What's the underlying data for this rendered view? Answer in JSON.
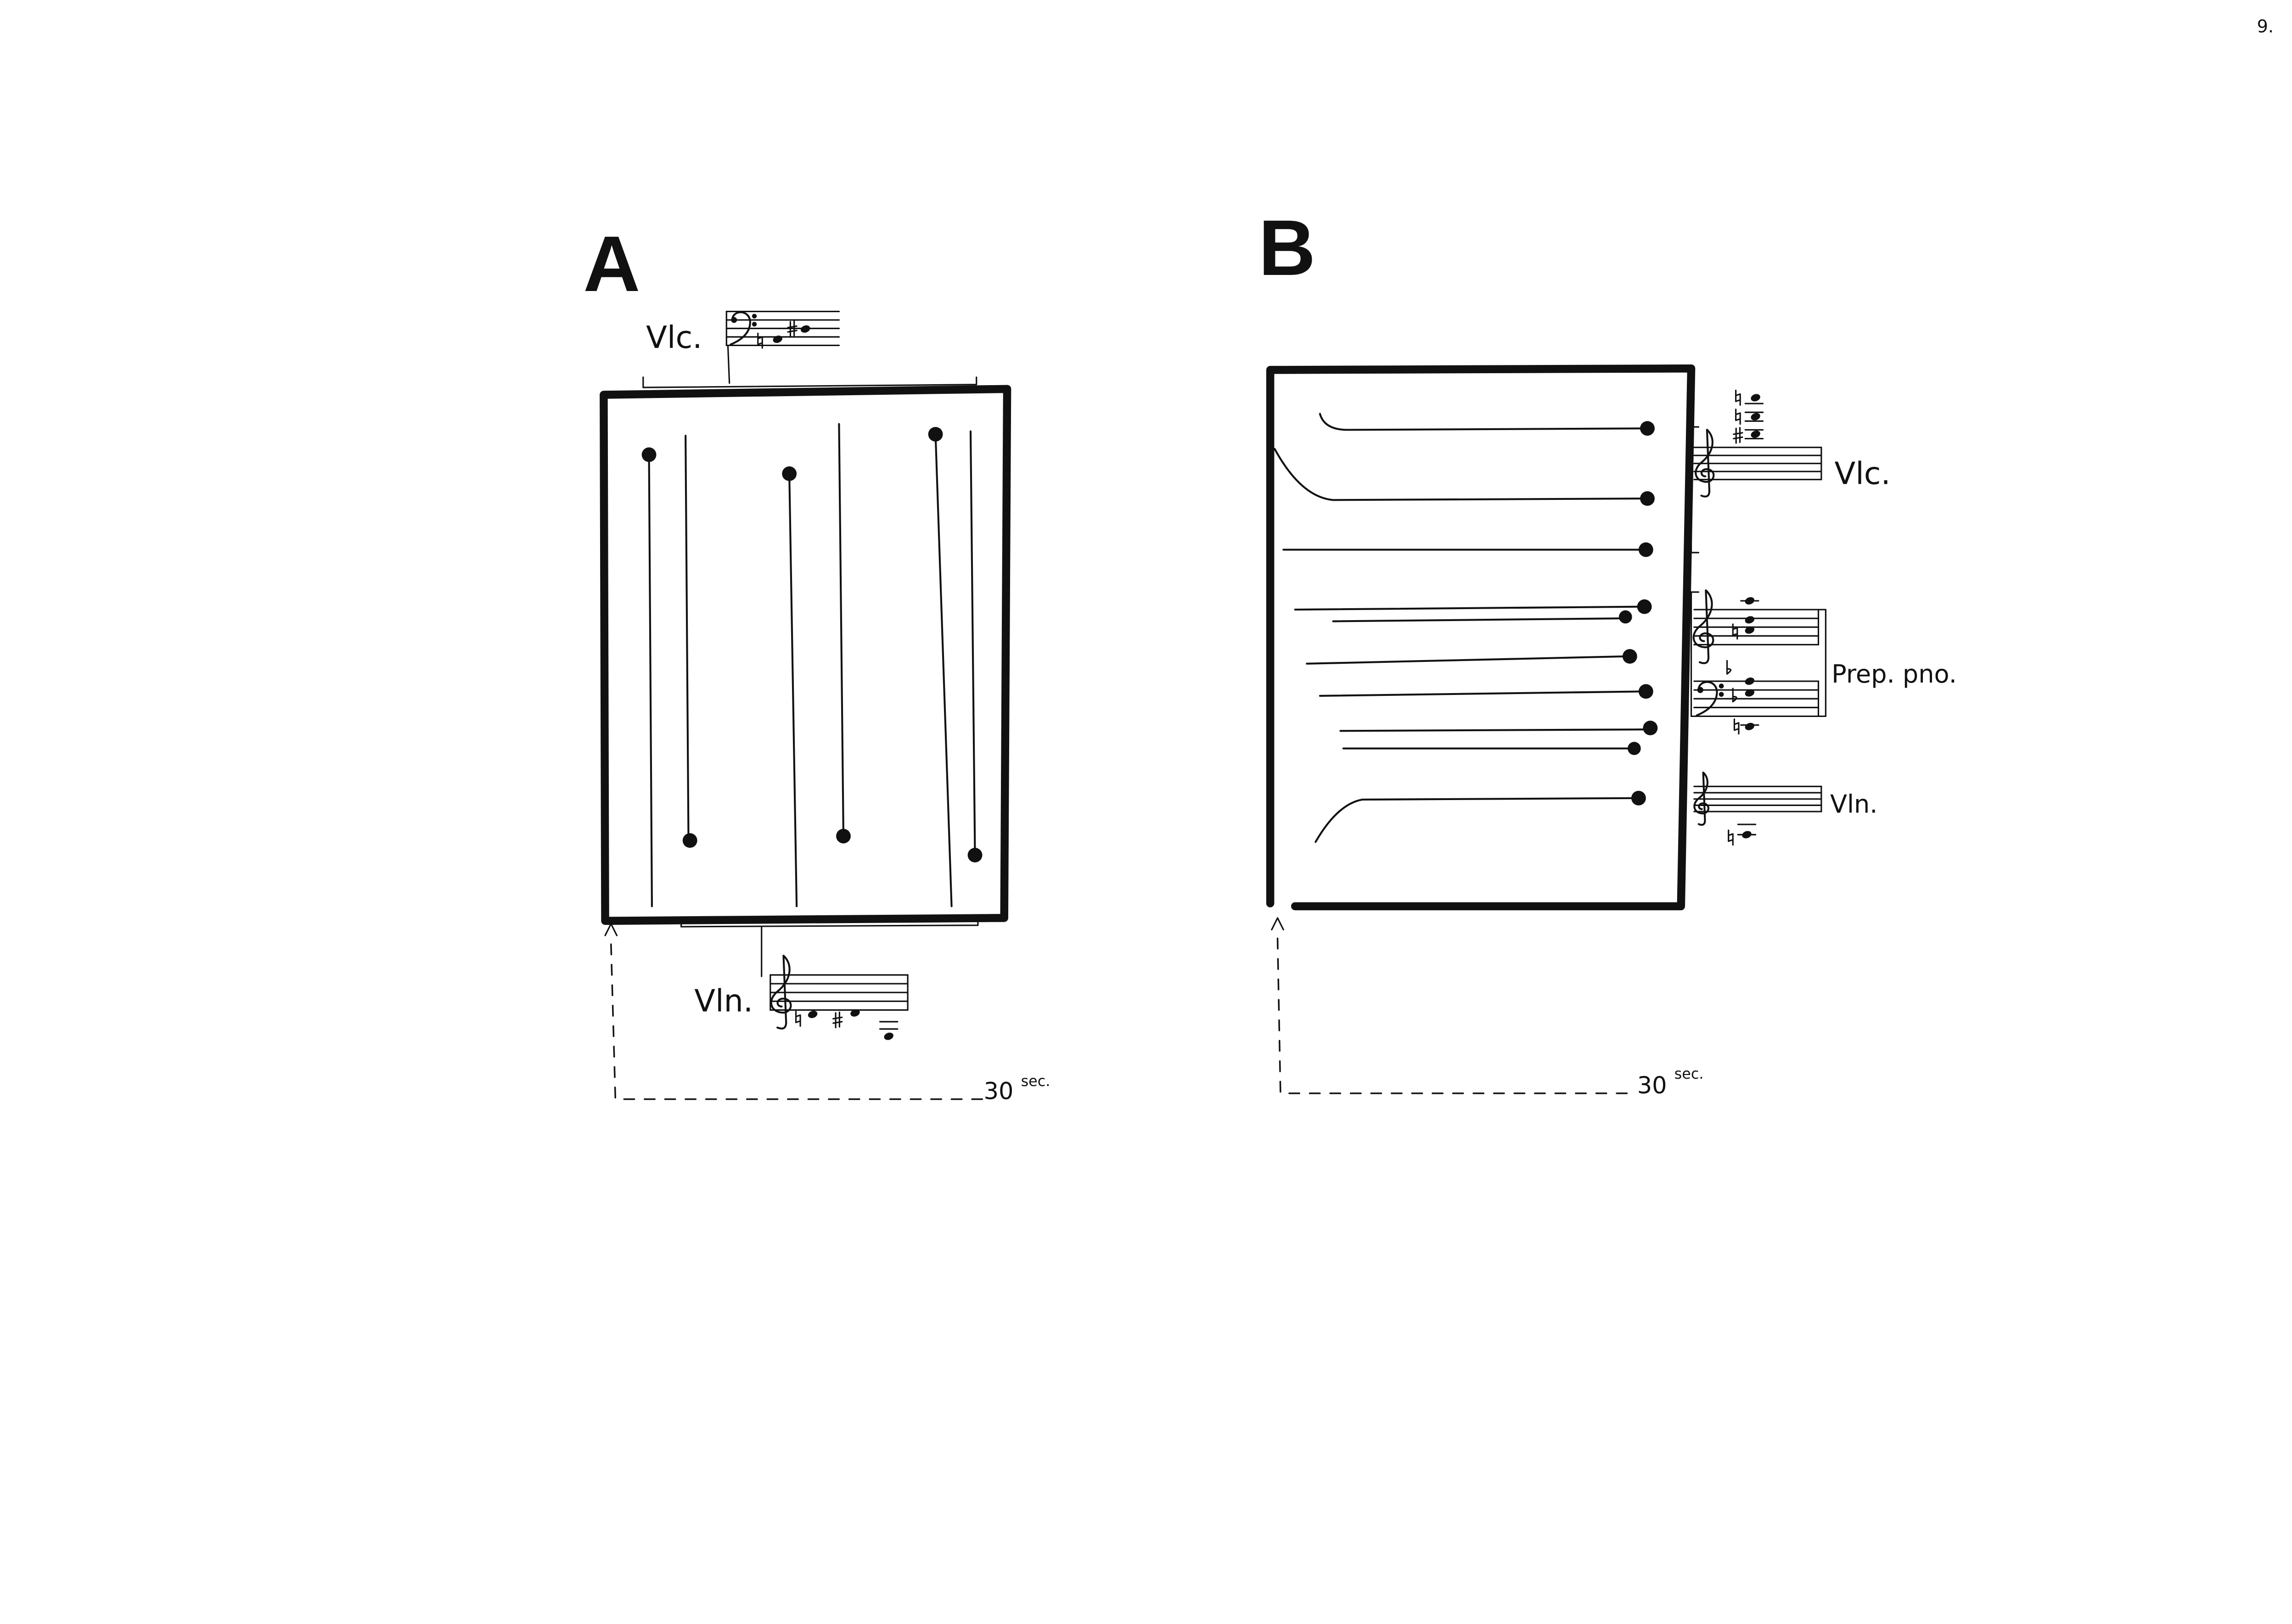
{
  "page": {
    "number": "9."
  },
  "figure_a": {
    "label": "A",
    "top_instrument": "Vlc.",
    "bottom_instrument": "Vln.",
    "duration_value": "30",
    "duration_unit": "sec."
  },
  "figure_b": {
    "label": "B",
    "instruments": [
      "Vlc.",
      "Prep. pno.",
      "Vln."
    ],
    "duration_value": "30",
    "duration_unit": "sec."
  },
  "colors": {
    "ink": "#111111",
    "paper": "#ffffff"
  }
}
